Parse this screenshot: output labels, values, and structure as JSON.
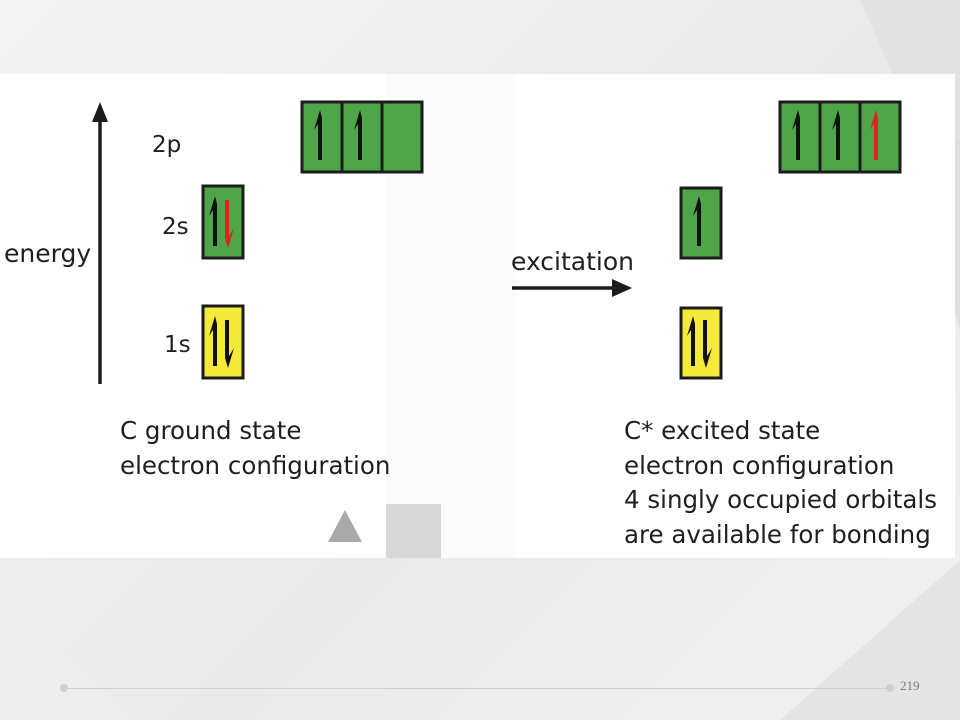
{
  "diagram": {
    "energy_label": "energy",
    "level_labels": {
      "p2": "2p",
      "s2": "2s",
      "s1": "1s"
    },
    "arrow_label": "excitation",
    "ground_caption": [
      "C ground state",
      "electron configuration"
    ],
    "excited_caption": [
      "C* excited state",
      "electron configuration",
      "4 singly occupied orbitals",
      "are available for bonding"
    ],
    "colors": {
      "s1_box": "#f3ea3a",
      "s2_box": "#4fa64a",
      "p2_box": "#4fa64a",
      "moved_electron": "#d9261c"
    },
    "icons": [
      "up-arrow-icon",
      "down-arrow-icon",
      "right-arrow-icon",
      "triangle-icon"
    ]
  },
  "footer": {
    "slide_number": "219"
  }
}
